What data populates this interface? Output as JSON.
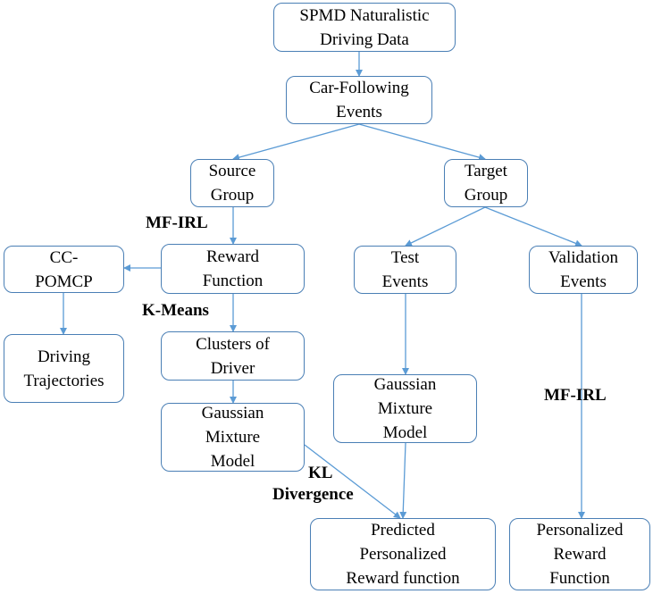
{
  "nodes": {
    "spmd": [
      "SPMD Naturalistic",
      "Driving Data"
    ],
    "car_following": [
      "Car-Following",
      "Events"
    ],
    "source_group": [
      "Source",
      "Group"
    ],
    "target_group": [
      "Target",
      "Group"
    ],
    "reward_function": [
      "Reward",
      "Function"
    ],
    "test_events": [
      "Test",
      "Events"
    ],
    "validation_events": [
      "Validation",
      "Events"
    ],
    "cc_pomcp": [
      "CC-",
      "POMCP"
    ],
    "driving_trajectories": [
      "Driving",
      "Trajectories"
    ],
    "clusters_of_driver": [
      "Clusters of",
      "Driver"
    ],
    "gmm_source": [
      "Gaussian",
      "Mixture",
      "Model"
    ],
    "gmm_test": [
      "Gaussian",
      "Mixture",
      "Model"
    ],
    "predicted_reward": [
      "Predicted",
      "Personalized",
      "Reward function"
    ],
    "personalized_reward": [
      "Personalized",
      "Reward",
      "Function"
    ]
  },
  "edge_labels": {
    "mf_irl_source": "MF-IRL",
    "k_means": "K-Means",
    "kl_divergence": [
      "KL",
      "Divergence"
    ],
    "mf_irl_validation": "MF-IRL"
  },
  "colors": {
    "box_border": "#4a7fb5",
    "arrow": "#5b9bd5",
    "text": "#000000",
    "background": "#ffffff"
  }
}
